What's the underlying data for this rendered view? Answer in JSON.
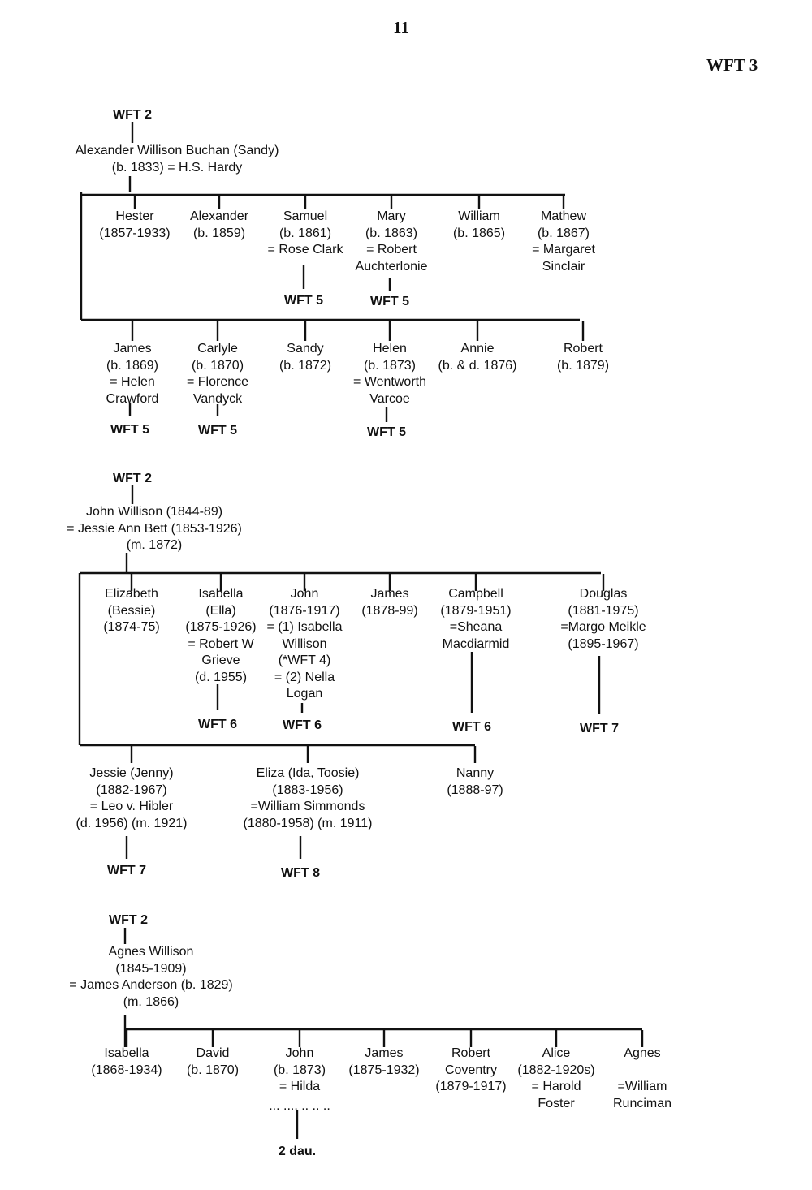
{
  "page": {
    "number": "11",
    "chart_ref": "WFT 3"
  },
  "families": [
    {
      "parent_ref": "WFT 2",
      "parent_lines": [
        "Alexander Willison Buchan (Sandy)",
        "(b. 1833) = H.S. Hardy"
      ],
      "rows": [
        [
          {
            "lines": [
              "Hester",
              "(1857-1933)"
            ]
          },
          {
            "lines": [
              "Alexander",
              "(b. 1859)"
            ]
          },
          {
            "lines": [
              "Samuel",
              "(b. 1861)",
              "= Rose Clark"
            ],
            "ref": "WFT 5"
          },
          {
            "lines": [
              "Mary",
              "(b. 1863)",
              "= Robert",
              "Auchterlonie"
            ],
            "ref": "WFT 5"
          },
          {
            "lines": [
              "William",
              "(b. 1865)"
            ]
          },
          {
            "lines": [
              "Mathew",
              "(b. 1867)",
              "= Margaret",
              "Sinclair"
            ]
          }
        ],
        [
          {
            "lines": [
              "James",
              "(b. 1869)",
              "= Helen",
              "Crawford"
            ],
            "ref": "WFT 5"
          },
          {
            "lines": [
              "Carlyle",
              "(b. 1870)",
              "= Florence",
              "Vandyck"
            ],
            "ref": "WFT 5"
          },
          {
            "lines": [
              "Sandy",
              "(b. 1872)"
            ]
          },
          {
            "lines": [
              "Helen",
              "(b. 1873)",
              "= Wentworth",
              "Varcoe"
            ],
            "ref": "WFT 5"
          },
          {
            "lines": [
              "Annie",
              "(b. & d. 1876)"
            ]
          },
          {
            "lines": [
              "Robert",
              "(b. 1879)"
            ]
          }
        ]
      ]
    },
    {
      "parent_ref": "WFT 2",
      "parent_lines": [
        "John Willison (1844-89)",
        "= Jessie Ann Bett (1853-1926)",
        "(m. 1872)"
      ],
      "rows": [
        [
          {
            "lines": [
              "Elizabeth",
              "(Bessie)",
              "(1874-75)"
            ]
          },
          {
            "lines": [
              "Isabella",
              "(Ella)",
              "(1875-1926)",
              "= Robert W",
              "Grieve",
              "(d. 1955)"
            ],
            "ref": "WFT 6"
          },
          {
            "lines": [
              "John",
              "(1876-1917)",
              "= (1) Isabella",
              "Willison",
              "(*WFT 4)",
              "= (2) Nella",
              "Logan"
            ],
            "ref": "WFT 6"
          },
          {
            "lines": [
              "James",
              "(1878-99)"
            ]
          },
          {
            "lines": [
              "Campbell",
              "(1879-1951)",
              "=Sheana",
              "Macdiarmid"
            ],
            "ref": "WFT 6"
          },
          {
            "lines": [
              "Douglas",
              "(1881-1975)",
              "=Margo Meikle",
              "(1895-1967)"
            ],
            "ref": "WFT 7"
          }
        ],
        [
          {
            "lines": [
              "Jessie (Jenny)",
              "(1882-1967)",
              "= Leo v. Hibler",
              "(d. 1956) (m. 1921)"
            ],
            "ref": "WFT 7"
          },
          {
            "lines": [
              "Eliza (Ida, Toosie)",
              "(1883-1956)",
              "=William Simmonds",
              "(1880-1958) (m. 1911)"
            ],
            "ref": "WFT 8"
          },
          {
            "lines": [
              "Nanny",
              "(1888-97)"
            ]
          }
        ]
      ]
    },
    {
      "parent_ref": "WFT 2",
      "parent_lines": [
        "Agnes Willison",
        "(1845-1909)",
        "= James Anderson (b. 1829)",
        "(m. 1866)"
      ],
      "rows": [
        [
          {
            "lines": [
              "Isabella",
              "(1868-1934)"
            ]
          },
          {
            "lines": [
              "David",
              "(b. 1870)"
            ]
          },
          {
            "lines": [
              "John",
              "(b. 1873)",
              "= Hilda"
            ],
            "dots": "... .... .. .. ..",
            "ref": "2 dau."
          },
          {
            "lines": [
              "James",
              "(1875-1932)"
            ]
          },
          {
            "lines": [
              "Robert",
              "Coventry",
              "(1879-1917)"
            ]
          },
          {
            "lines": [
              "Alice",
              "(1882-1920s)",
              "= Harold",
              "Foster"
            ]
          },
          {
            "lines": [
              "Agnes",
              "",
              "=William",
              "Runciman"
            ]
          }
        ]
      ]
    }
  ]
}
